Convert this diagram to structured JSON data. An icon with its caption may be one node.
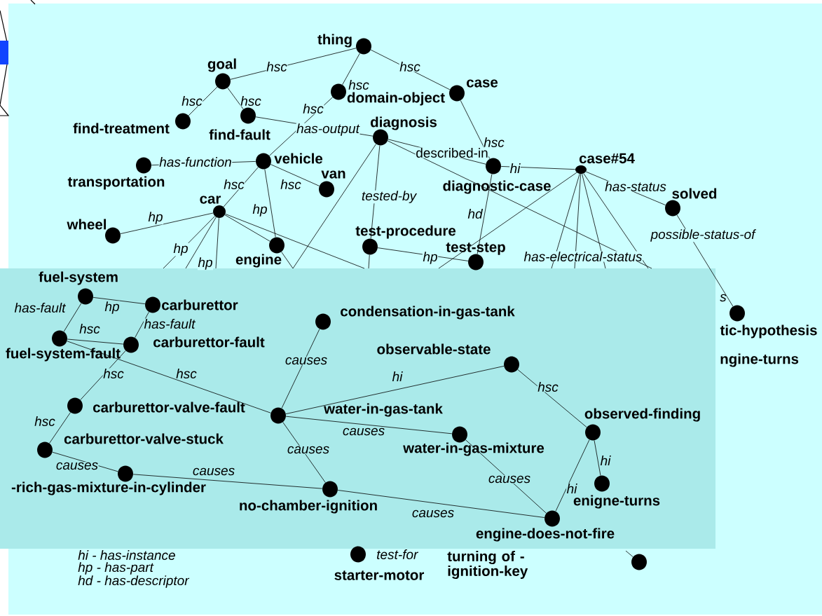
{
  "diagram": {
    "nodes": [
      {
        "text": [
          "thing"
        ]
      },
      {
        "text": [
          "goal"
        ]
      },
      {
        "text": [
          "domain-object"
        ]
      },
      {
        "text": [
          "case"
        ]
      },
      {
        "text": [
          "find-treatment"
        ]
      },
      {
        "text": [
          "find-fault"
        ]
      },
      {
        "text": [
          "diagnosis"
        ]
      },
      {
        "text": [
          "vehicle"
        ]
      },
      {
        "text": [
          "transportation"
        ]
      },
      {
        "text": [
          "van"
        ]
      },
      {
        "text": [
          "diagnostic-case"
        ]
      },
      {
        "text": [
          "case#54"
        ]
      },
      {
        "text": [
          "solved"
        ]
      },
      {
        "text": [
          "car"
        ]
      },
      {
        "text": [
          "wheel"
        ]
      },
      {
        "text": [
          "engine"
        ]
      },
      {
        "text": [
          "test-procedure"
        ]
      },
      {
        "text": [
          "test-step"
        ]
      },
      {
        "text": [
          "tic-hypothesis"
        ]
      },
      {
        "text": [
          "fuel-system"
        ]
      },
      {
        "text": [
          "carburettor"
        ]
      },
      {
        "text": [
          "fuel-system-fault"
        ]
      },
      {
        "text": [
          "carburettor-fault"
        ]
      },
      {
        "text": [
          "condensation-in-gas-tank"
        ]
      },
      {
        "text": [
          "observable-state"
        ]
      },
      {
        "text": [
          "carburettor-valve-fault"
        ]
      },
      {
        "text": [
          "water-in-gas-tank"
        ]
      },
      {
        "text": [
          "carburettor-valve-stuck"
        ]
      },
      {
        "text": [
          "water-in-gas-mixture"
        ]
      },
      {
        "text": [
          "observed-finding"
        ]
      },
      {
        "text": [
          "-rich-gas-mixture-in-cylinder"
        ]
      },
      {
        "text": [
          "no-chamber-ignition"
        ]
      },
      {
        "text": [
          "enigne-turns"
        ]
      },
      {
        "text": [
          "engine-does-not-fire"
        ]
      },
      {
        "text": [
          "starter-motor"
        ]
      },
      {
        "text": [],
        "shape": "circle"
      }
    ],
    "edges": [
      {
        "from": 1,
        "to": 0,
        "arrow": "none",
        "label": "hsc"
      },
      {
        "from": 0,
        "to": 2,
        "arrow": "none",
        "label": "hsc"
      },
      {
        "from": 0,
        "to": 3,
        "arrow": "none",
        "label": "hsc"
      },
      {
        "from": 1,
        "to": 4,
        "arrow": "none",
        "label": "hsc"
      },
      {
        "from": 1,
        "to": 5,
        "arrow": "none",
        "label": "hsc"
      },
      {
        "from": 2,
        "to": 7,
        "arrow": "none",
        "label": "hsc"
      },
      {
        "from": 5,
        "to": 6,
        "arrow": "none",
        "label": "has-output"
      },
      {
        "from": 3,
        "to": 10,
        "arrow": "none",
        "label": "hsc"
      },
      {
        "from": 6,
        "to": 10,
        "arrow": "none",
        "label": "described-in"
      },
      {
        "from": 10,
        "to": 11,
        "arrow": "none",
        "label": "hi"
      },
      {
        "from": 10,
        "to": 17,
        "arrow": "none",
        "label": "hd"
      },
      {
        "from": 7,
        "to": 8,
        "arrow": "none",
        "label": "has-function"
      },
      {
        "from": 7,
        "to": 9,
        "arrow": "none",
        "label": "hsc"
      },
      {
        "from": 7,
        "to": 13,
        "arrow": "none",
        "label": "hsc"
      },
      {
        "from": 7,
        "to": 15,
        "arrow": "none",
        "label": "hp"
      },
      {
        "from": 6,
        "to": 16,
        "arrow": "none",
        "label": "tested-by"
      },
      {
        "from": 6,
        "to": null,
        "arrow": "none"
      },
      {
        "from": 16,
        "to": 17,
        "arrow": "none",
        "label": "hp"
      },
      {
        "from": 16,
        "to": null,
        "arrow": "none"
      },
      {
        "from": 13,
        "to": 14,
        "arrow": "none",
        "label": "hp"
      },
      {
        "from": 13,
        "to": null,
        "arrow": "none",
        "label": "hp"
      },
      {
        "from": 13,
        "to": null,
        "arrow": "none",
        "label": "hp"
      },
      {
        "from": 13,
        "to": null,
        "arrow": "none"
      },
      {
        "from": 13,
        "to": 15,
        "arrow": "none"
      },
      {
        "from": 13,
        "to": null,
        "arrow": "none"
      },
      {
        "from": 15,
        "to": null,
        "arrow": "none"
      },
      {
        "from": 11,
        "to": null,
        "arrow": "none"
      },
      {
        "from": 11,
        "to": null,
        "arrow": "none"
      },
      {
        "from": 11,
        "to": null,
        "arrow": "none"
      },
      {
        "from": 11,
        "to": null,
        "arrow": "none",
        "label": "has-electrical-status"
      },
      {
        "from": 11,
        "to": null,
        "arrow": "none"
      },
      {
        "from": 6,
        "to": null,
        "arrow": "none"
      },
      {
        "from": 11,
        "to": 12,
        "arrow": "none",
        "label": "has-status"
      },
      {
        "from": 12,
        "to": 18,
        "arrow": "none",
        "label": "possible-status-of"
      },
      {
        "from": 19,
        "to": 20,
        "arrow": "none",
        "label": "hp"
      },
      {
        "from": 19,
        "to": 21,
        "arrow": "none",
        "label": "has-fault"
      },
      {
        "from": 20,
        "to": 22,
        "arrow": "none",
        "label": "has-fault"
      },
      {
        "from": 21,
        "to": 22,
        "arrow": "none",
        "label": "hsc"
      },
      {
        "from": 21,
        "to": 26,
        "arrow": "none",
        "label": "hsc"
      },
      {
        "from": 22,
        "to": 25,
        "arrow": "none",
        "label": "hsc"
      },
      {
        "from": 25,
        "to": 27,
        "arrow": "none",
        "label": "hsc"
      },
      {
        "from": 27,
        "to": 30,
        "arrow": "none",
        "label": "causes"
      },
      {
        "from": 30,
        "to": 31,
        "arrow": "none",
        "label": "causes"
      },
      {
        "from": 23,
        "to": 26,
        "arrow": "none",
        "label": "causes"
      },
      {
        "from": 26,
        "to": 24,
        "arrow": "none",
        "label": "hi"
      },
      {
        "from": 26,
        "to": 28,
        "arrow": "none",
        "label": "causes"
      },
      {
        "from": 26,
        "to": 31,
        "arrow": "none",
        "label": "causes"
      },
      {
        "from": 24,
        "to": 29,
        "arrow": "none",
        "label": "hsc"
      },
      {
        "from": 29,
        "to": 32,
        "arrow": "none",
        "label": "hi"
      },
      {
        "from": 29,
        "to": 33,
        "arrow": "none",
        "label": "hi"
      },
      {
        "from": 28,
        "to": 33,
        "arrow": "none",
        "label": "causes"
      },
      {
        "from": 31,
        "to": 33,
        "arrow": "none",
        "label": "causes"
      },
      {
        "from": null,
        "to": 35,
        "arrow": "none"
      }
    ],
    "labels": [
      "s",
      "ngine-turns",
      "test-for",
      "turning of -ignition-key",
      "hi - has-instance",
      "hp - has-part",
      "hd - has-descriptor"
    ]
  }
}
